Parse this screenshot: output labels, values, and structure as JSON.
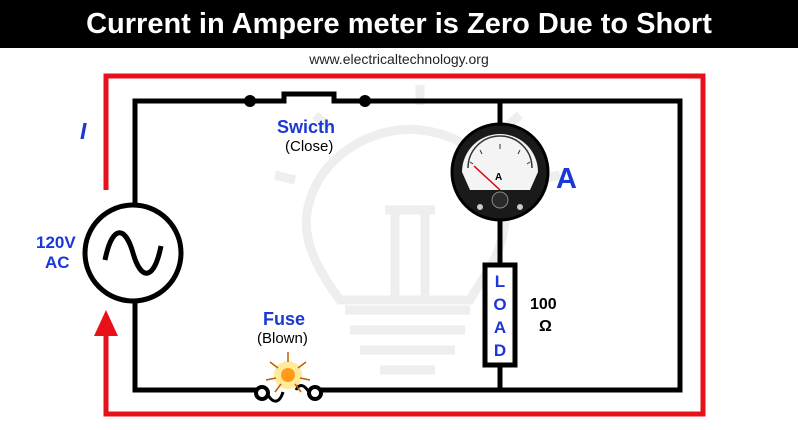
{
  "title": "Current in Ampere meter is Zero Due to Short",
  "website": "www.electricaltechnology.org",
  "current_label": "I",
  "source": {
    "voltage": "120V",
    "type": "AC"
  },
  "switch": {
    "name": "Swicth",
    "state": "(Close)"
  },
  "fuse": {
    "name": "Fuse",
    "state": "(Blown)"
  },
  "ammeter": {
    "label": "A",
    "face_label": "A"
  },
  "load": {
    "letters": [
      "L",
      "O",
      "A",
      "D"
    ],
    "value": "100",
    "unit": "Ω"
  },
  "colors": {
    "current_path": "#e8111a",
    "label_blue": "#1b38d6",
    "wire": "#000000"
  }
}
